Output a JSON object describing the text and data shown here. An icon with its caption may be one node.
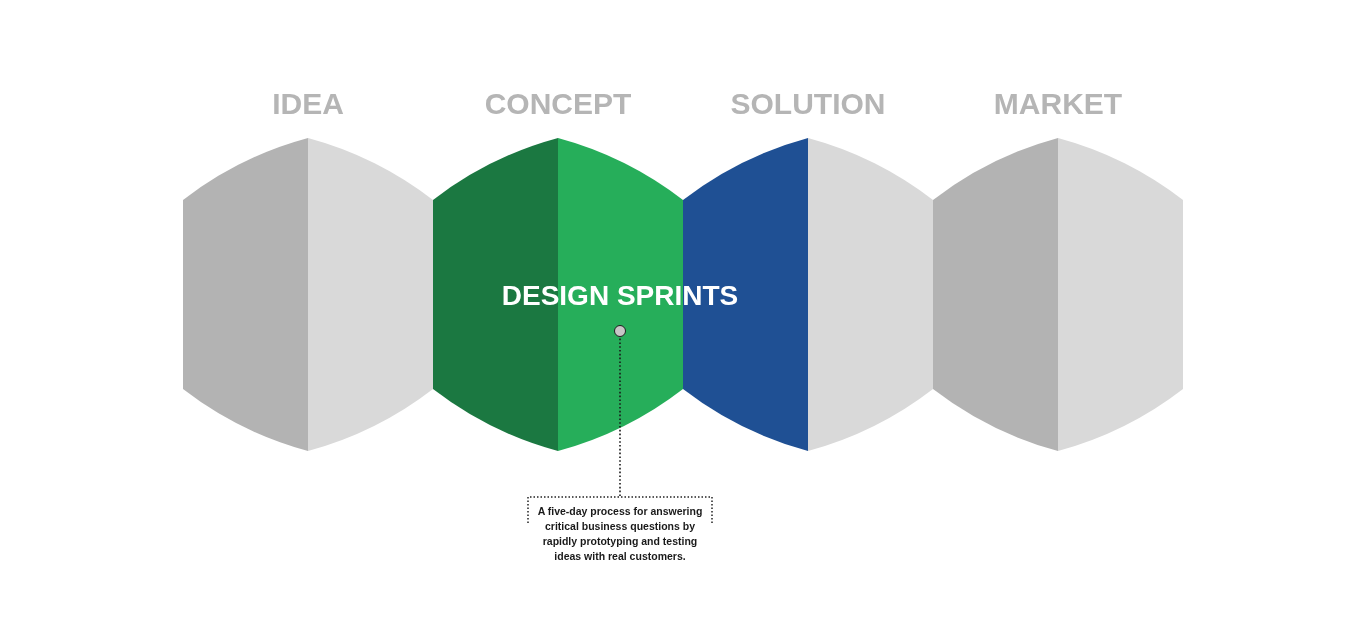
{
  "diagram": {
    "nodes": [
      {
        "text": [
          "IDEA"
        ]
      },
      {
        "text": [
          "CONCEPT"
        ]
      },
      {
        "text": [
          "SOLUTION"
        ]
      },
      {
        "text": [
          "MARKET"
        ]
      },
      {
        "text": [],
        "shape": "circle"
      },
      {
        "text": [
          "A five-day process for answering critical business questions by rapidly prototyping and testing ideas with real customers."
        ]
      }
    ],
    "edges": [
      {
        "from": 5,
        "to": 4,
        "arrow": "none",
        "style": "dashed"
      }
    ],
    "labels": [
      "DESIGN SPRINTS"
    ]
  }
}
